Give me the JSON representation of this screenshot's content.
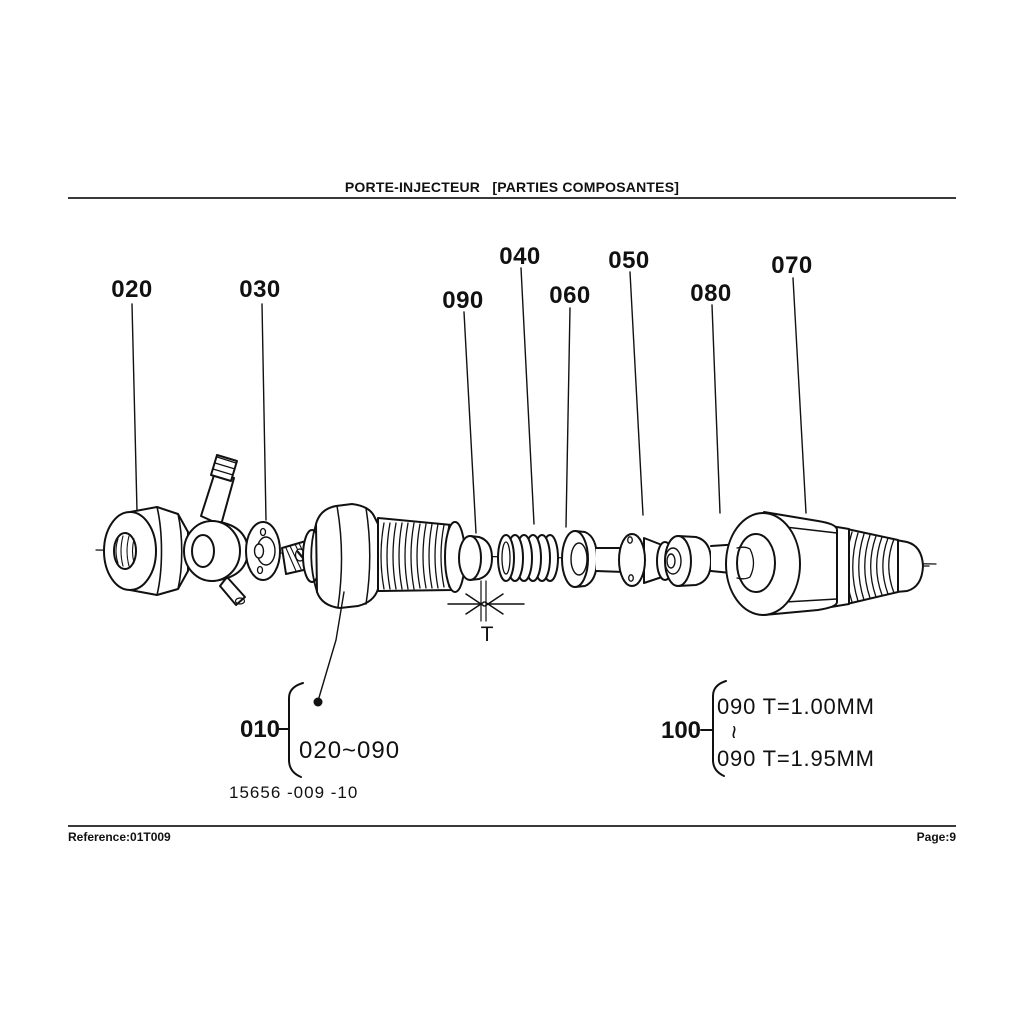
{
  "colors": {
    "ink": "#111111",
    "rule": "#3a3a3a",
    "background": "#ffffff"
  },
  "header": {
    "title": "PORTE-INJECTEUR   [PARTIES COMPOSANTES]"
  },
  "footer": {
    "reference": "Reference:01T009",
    "page": "Page:9"
  },
  "diagram": {
    "labels": [
      {
        "text": "020"
      },
      {
        "text": "030"
      },
      {
        "text": "090"
      },
      {
        "text": "040"
      },
      {
        "text": "060"
      },
      {
        "text": "050"
      },
      {
        "text": "080"
      },
      {
        "text": "070"
      }
    ],
    "dimension": {
      "t": "T"
    },
    "group_callout": {
      "label": "010",
      "range": "020~090",
      "code": "15656 -009 -10"
    },
    "shim_callout": {
      "label": "100",
      "line1": "090 T=1.00MM",
      "tilde": "~",
      "line2": "090 T=1.95MM"
    }
  }
}
